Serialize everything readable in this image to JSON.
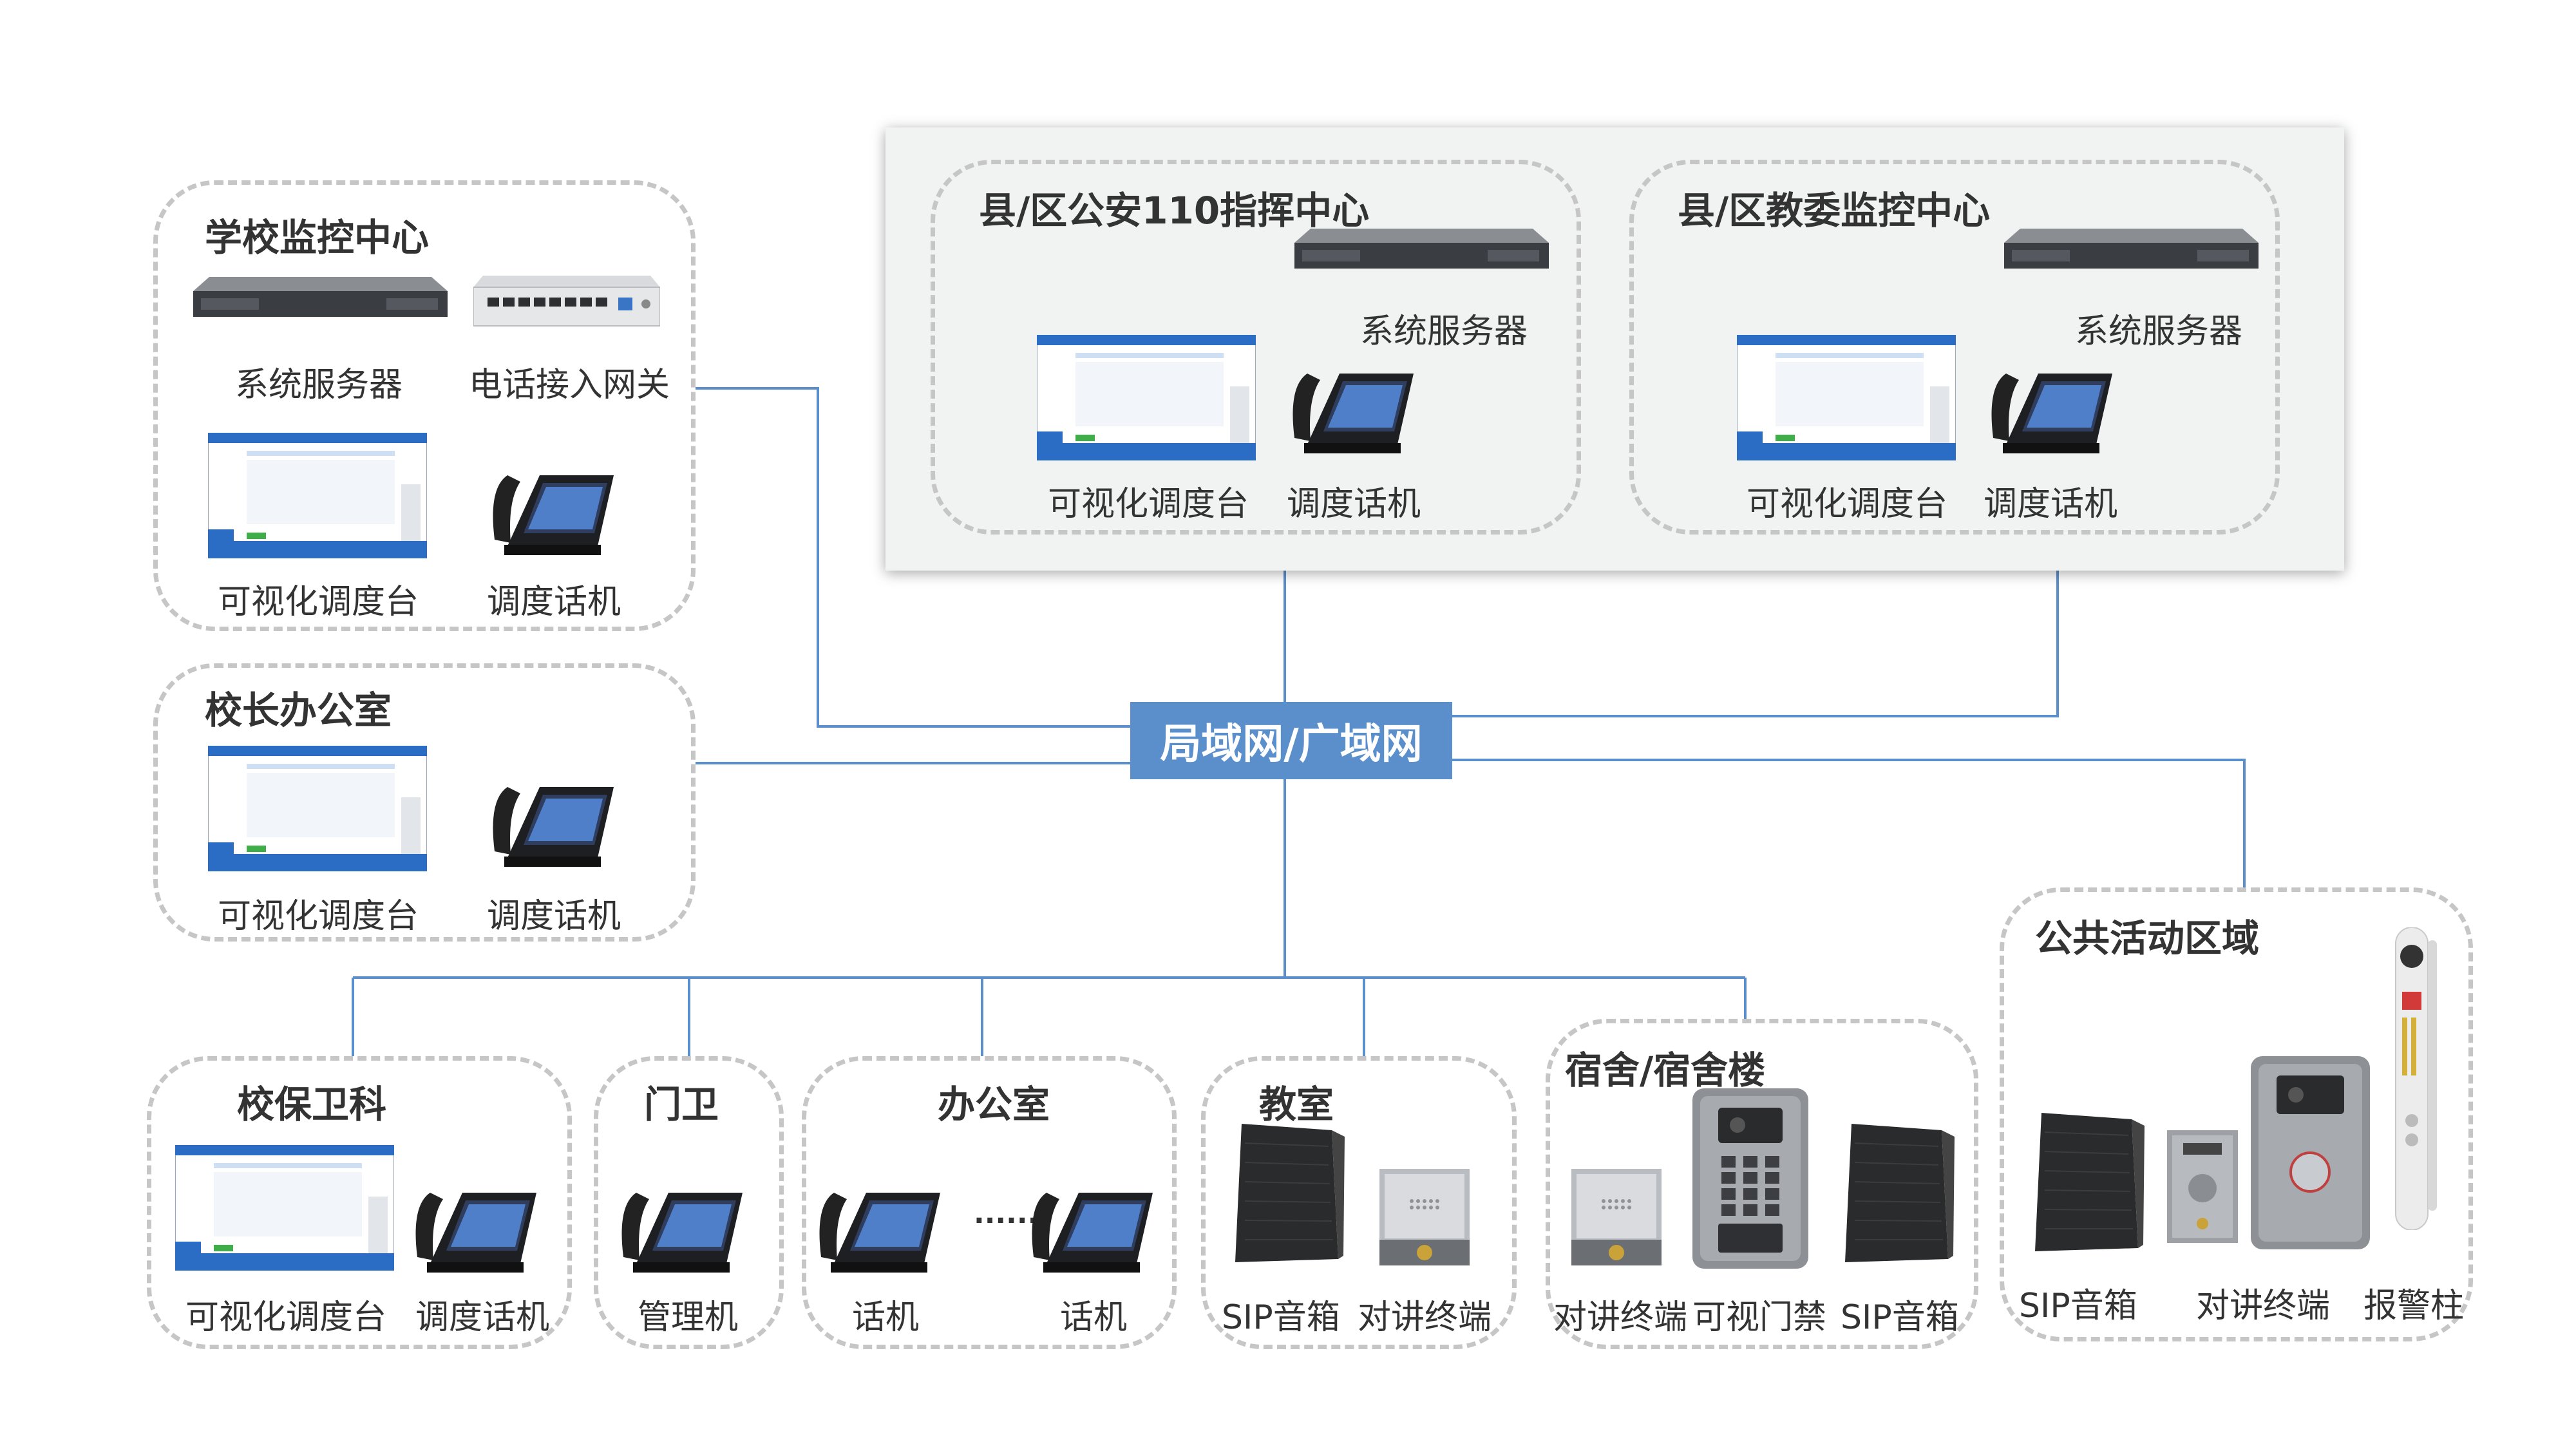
{
  "network": {
    "label": "局域网/广域网"
  },
  "school_center": {
    "title": "学校监控中心",
    "server_label": "系统服务器",
    "gateway_label": "电话接入网关",
    "console_label": "可视化调度台",
    "phone_label": "调度话机"
  },
  "principal_office": {
    "title": "校长办公室",
    "console_label": "可视化调度台",
    "phone_label": "调度话机"
  },
  "police_center": {
    "title": "县/区公安110指挥中心",
    "server_label": "系统服务器",
    "console_label": "可视化调度台",
    "phone_label": "调度话机"
  },
  "edu_center": {
    "title": "县/区教委监控中心",
    "server_label": "系统服务器",
    "console_label": "可视化调度台",
    "phone_label": "调度话机"
  },
  "security": {
    "title": "校保卫科",
    "console_label": "可视化调度台",
    "phone_label": "调度话机"
  },
  "gate": {
    "title": "门卫",
    "phone_label": "管理机"
  },
  "office": {
    "title": "办公室",
    "phone1_label": "话机",
    "dots": "······",
    "phone2_label": "话机"
  },
  "classroom": {
    "title": "教室",
    "speaker_label": "SIP音箱",
    "intercom_label": "对讲终端"
  },
  "dorm": {
    "title": "宿舍/宿舍楼",
    "intercom_label": "对讲终端",
    "door_label": "可视门禁",
    "speaker_label": "SIP音箱"
  },
  "public_area": {
    "title": "公共活动区域",
    "speaker_label": "SIP音箱",
    "intercom_label": "对讲终端",
    "alarm_label": "报警柱"
  },
  "colors": {
    "network": "#5b8fcc",
    "line": "#5b8fcc",
    "dash": "#c6c6c6"
  }
}
